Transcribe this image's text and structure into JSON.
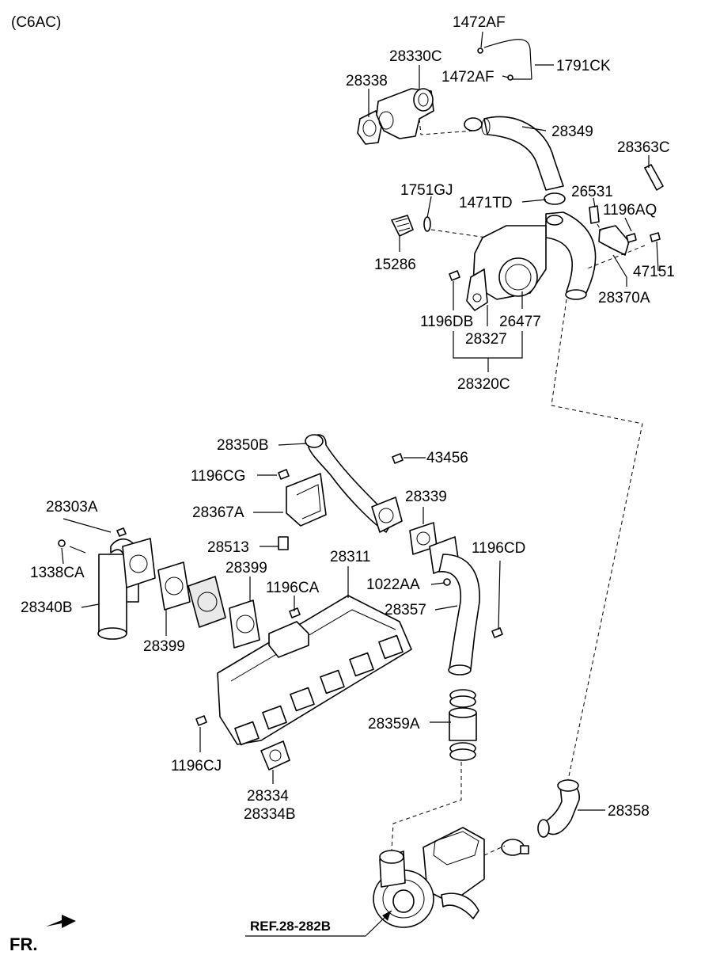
{
  "engine_code": "(C6AC)",
  "fr_label": "FR.",
  "ref_label": "REF.28-282B",
  "labels": {
    "p1472AF_top": "1472AF",
    "p1791CK": "1791CK",
    "p1472AF_mid": "1472AF",
    "p28330C": "28330C",
    "p28338": "28338",
    "p28349": "28349",
    "p28363C": "28363C",
    "p1751GJ": "1751GJ",
    "p1471TD": "1471TD",
    "p26531": "26531",
    "p1196AQ": "1196AQ",
    "p15286": "15286",
    "p47151": "47151",
    "p28370A": "28370A",
    "p1196DB": "1196DB",
    "p26477": "26477",
    "p28327": "28327",
    "p28320C": "28320C",
    "p28350B": "28350B",
    "p43456": "43456",
    "p1196CG": "1196CG",
    "p28303A": "28303A",
    "p28367A": "28367A",
    "p28339": "28339",
    "p28513": "28513",
    "p28311": "28311",
    "p1196CD": "1196CD",
    "p1338CA": "1338CA",
    "p28399_right": "28399",
    "p1022AA": "1022AA",
    "p1196CA": "1196CA",
    "p28340B": "28340B",
    "p28357": "28357",
    "p28399_left": "28399",
    "p28359A": "28359A",
    "p1196CJ": "1196CJ",
    "p28334": "28334",
    "p28334B": "28334B",
    "p28358": "28358"
  }
}
